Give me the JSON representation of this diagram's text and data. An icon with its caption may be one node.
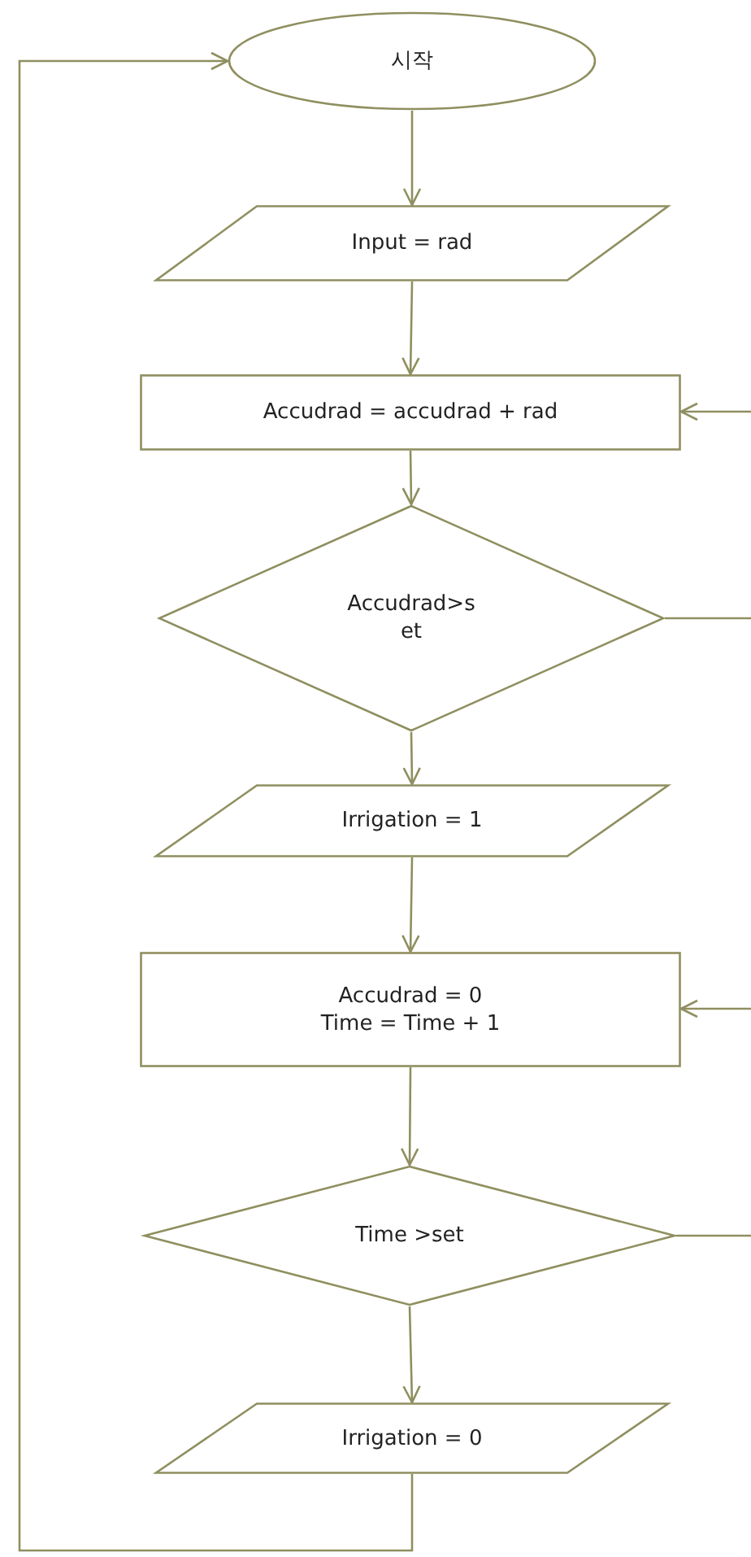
{
  "diagram": {
    "nodes": [
      {
        "text": [
          "시작"
        ]
      },
      {
        "text": [
          "Input = rad"
        ]
      },
      {
        "text": [
          "Accudrad = accudrad + rad"
        ]
      },
      {
        "text": [
          "Accudrad>s et"
        ]
      },
      {
        "text": [
          "Irrigation = 1"
        ]
      },
      {
        "text": [
          "Accudrad = 0 Time = Time + 1"
        ]
      },
      {
        "text": [
          "Time >set"
        ]
      },
      {
        "text": [
          "Irrigation = 0"
        ]
      }
    ],
    "edges": [
      {
        "from": 0,
        "to": 1,
        "arrow": "to"
      },
      {
        "from": 1,
        "to": 2,
        "arrow": "to"
      },
      {
        "from": 2,
        "to": 3,
        "arrow": "to"
      },
      {
        "from": 3,
        "to": 4,
        "arrow": "to"
      },
      {
        "from": 4,
        "to": 5,
        "arrow": "to"
      },
      {
        "from": 5,
        "to": 6,
        "arrow": "to"
      },
      {
        "from": 6,
        "to": 7,
        "arrow": "to"
      },
      {
        "from": 7,
        "to": 0,
        "arrow": "to"
      },
      {
        "from": 3,
        "to": null,
        "arrow": "none"
      },
      {
        "from": null,
        "to": 2,
        "arrow": "to"
      },
      {
        "from": 6,
        "to": null,
        "arrow": "none"
      },
      {
        "from": null,
        "to": 5,
        "arrow": "to"
      }
    ]
  }
}
